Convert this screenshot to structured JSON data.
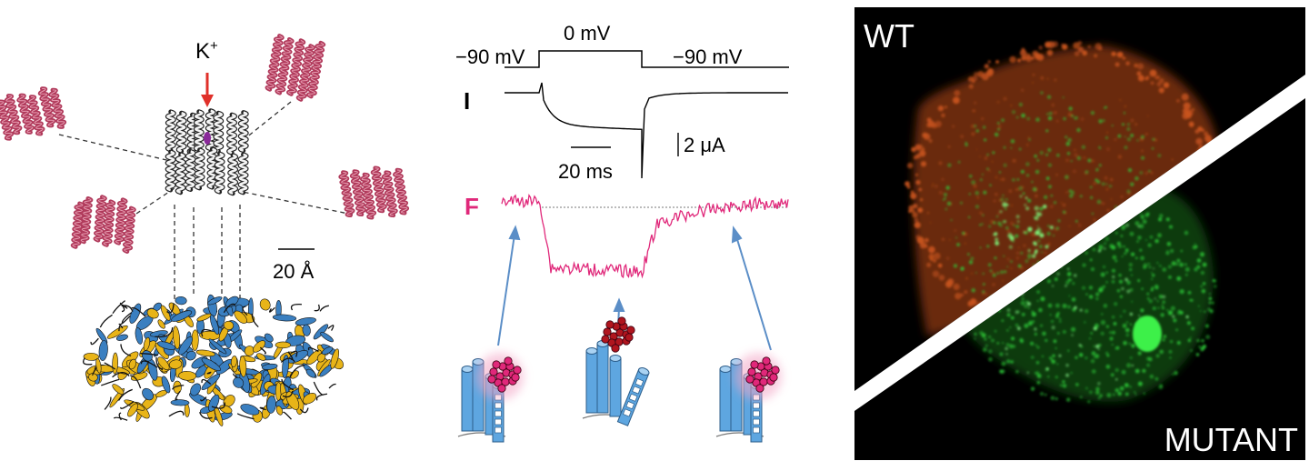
{
  "panel_a": {
    "ion_label": "K",
    "ion_charge": "+",
    "scale_bar_label": "20 Å",
    "colors": {
      "helix": "#b03a5b",
      "arrow": "#e0302a",
      "blue": "#3a7fc0",
      "gold": "#e8b418",
      "dark": "#1a1a1a"
    }
  },
  "panel_b": {
    "voltage_left": "−90 mV",
    "voltage_step": "0 mV",
    "voltage_right": "−90 mV",
    "current_label": "I",
    "fluorescence_label": "F",
    "time_scale_label": "20 ms",
    "current_scale_label": "2 μA",
    "colors": {
      "trace": "#e0287a",
      "arrow": "#5b8ec7",
      "channel": "#5ea6e0",
      "probe_bright": "#e0287a",
      "probe_dark": "#b0151e"
    }
  },
  "panel_c": {
    "label_top": "WT",
    "label_bottom": "MUTANT",
    "colors": {
      "background": "#000000",
      "red": "#c8541e",
      "green": "#2fcf3a",
      "divider": "#ffffff"
    }
  }
}
